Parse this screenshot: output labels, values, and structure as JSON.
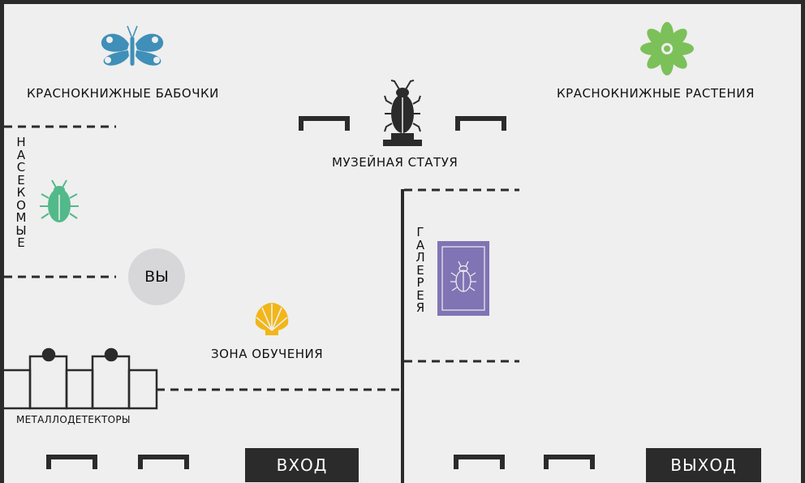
{
  "zones": {
    "butterflies": "КРАСНОКНИЖНЫЕ БАБОЧКИ",
    "plants": "КРАСНОКНИЖНЫЕ РАСТЕНИЯ",
    "statue": "МУЗЕЙНАЯ СТАТУЯ",
    "insects": "НАСЕКОМЫЕ",
    "gallery": "ГАЛЕРЕЯ",
    "learning": "ЗОНА ОБУЧЕНИЯ",
    "detectors": "МЕТАЛЛОДЕТЕКТОРЫ"
  },
  "you_marker": "ВЫ",
  "doors": {
    "entrance": "ВХОД",
    "exit": "ВЫХОД"
  },
  "icons": {
    "butterfly": "butterfly-icon",
    "plant": "flower-icon",
    "statue": "beetle-statue-icon",
    "insect": "beetle-icon",
    "gallery_painting": "beetle-painting-icon",
    "learning": "shell-icon"
  },
  "colors": {
    "floor": "#efefef",
    "walls": "#2b2b2b",
    "butterfly": "#3f8fb8",
    "plant": "#7cc05a",
    "insect": "#52b98a",
    "gallery_painting": "#8074b4",
    "shell": "#f2b618",
    "you_marker": "#d7d7d9"
  }
}
